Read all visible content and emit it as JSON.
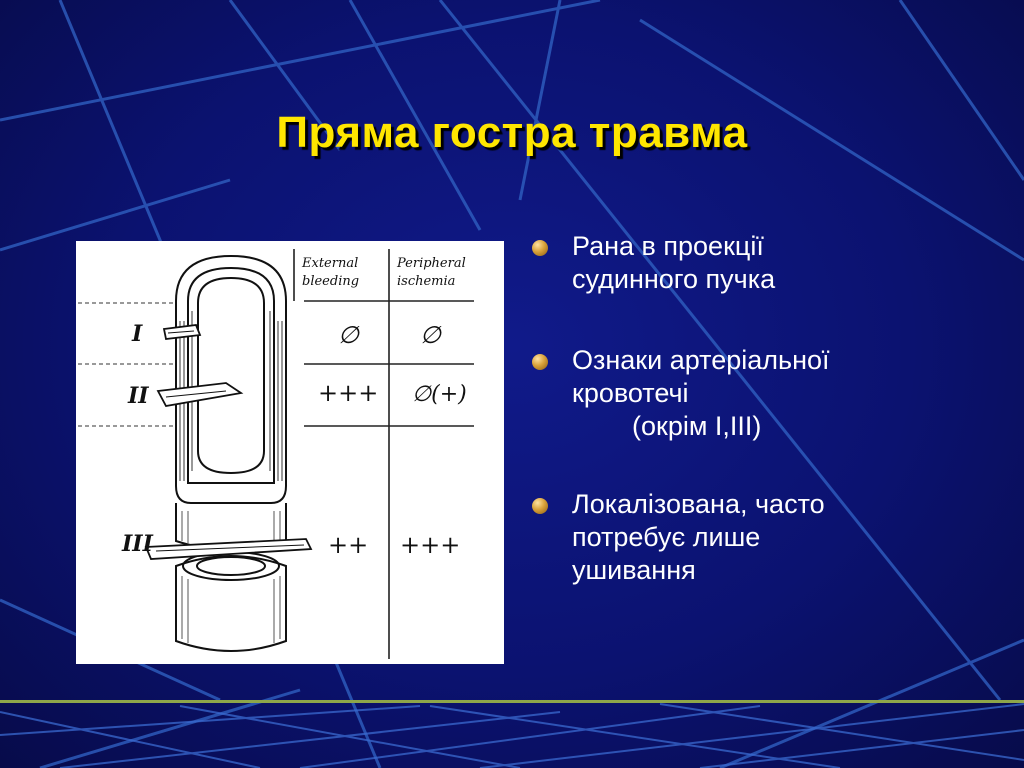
{
  "slide": {
    "title": "Пряма гостра травма"
  },
  "figure": {
    "header_col1_line1": "External",
    "header_col1_line2": "bleeding",
    "header_col2_line1": "Peripheral",
    "header_col2_line2": "ischemia",
    "rows": [
      {
        "label": "I",
        "bleeding": "∅",
        "ischemia": "∅"
      },
      {
        "label": "II",
        "bleeding": "+++",
        "ischemia": "∅(+)"
      },
      {
        "label": "III",
        "bleeding": "++",
        "ischemia": "+++"
      }
    ]
  },
  "bullets": [
    {
      "line1": "Рана в проекції",
      "line2": "судинного пучка"
    },
    {
      "line1": "Ознаки артеріальної",
      "line2": "кровотечі",
      "line3": "(окрім I,III)"
    },
    {
      "line1": "Локалізована, часто",
      "line2": "потребує лише",
      "line3": "ушивання"
    }
  ],
  "colors": {
    "background": "#0b1270",
    "title": "#ffe600",
    "text": "#ffffff",
    "accent_line": "#8ea64a"
  }
}
